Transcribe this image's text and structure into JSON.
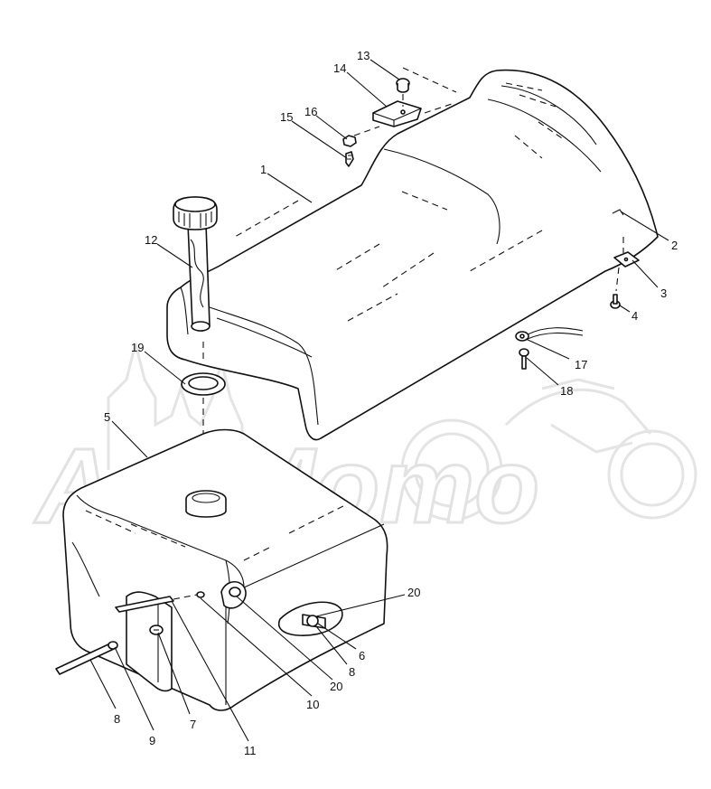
{
  "watermark": {
    "text": "AezMomo"
  },
  "callouts": [
    {
      "id": "1",
      "label": "1"
    },
    {
      "id": "2",
      "label": "2"
    },
    {
      "id": "3",
      "label": "3"
    },
    {
      "id": "4",
      "label": "4"
    },
    {
      "id": "5",
      "label": "5"
    },
    {
      "id": "6",
      "label": "6"
    },
    {
      "id": "7",
      "label": "7"
    },
    {
      "id": "8a",
      "label": "8"
    },
    {
      "id": "8b",
      "label": "8"
    },
    {
      "id": "9",
      "label": "9"
    },
    {
      "id": "10",
      "label": "10"
    },
    {
      "id": "11",
      "label": "11"
    },
    {
      "id": "12",
      "label": "12"
    },
    {
      "id": "13",
      "label": "13"
    },
    {
      "id": "14",
      "label": "14"
    },
    {
      "id": "15",
      "label": "15"
    },
    {
      "id": "16",
      "label": "16"
    },
    {
      "id": "17",
      "label": "17"
    },
    {
      "id": "18",
      "label": "18"
    },
    {
      "id": "19",
      "label": "19"
    },
    {
      "id": "20a",
      "label": "20"
    },
    {
      "id": "20b",
      "label": "20"
    }
  ]
}
